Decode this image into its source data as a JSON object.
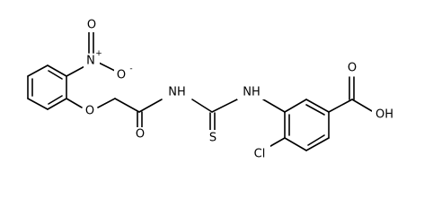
{
  "molecule": {
    "atoms": {
      "nitro_n": "N",
      "nitro_n_charge": "+",
      "nitro_o_up": "O",
      "nitro_o_right": "O",
      "nitro_o_right_charge": "-",
      "ether_o": "O",
      "amide_o": "O",
      "nh_left": "NH",
      "nh_right": "NH",
      "thio_s": "S",
      "chloro": "Cl",
      "acid_o": "O",
      "acid_oh": "OH"
    },
    "colors": {
      "bond": "#000000",
      "label": "#000000",
      "background": "#ffffff"
    }
  }
}
